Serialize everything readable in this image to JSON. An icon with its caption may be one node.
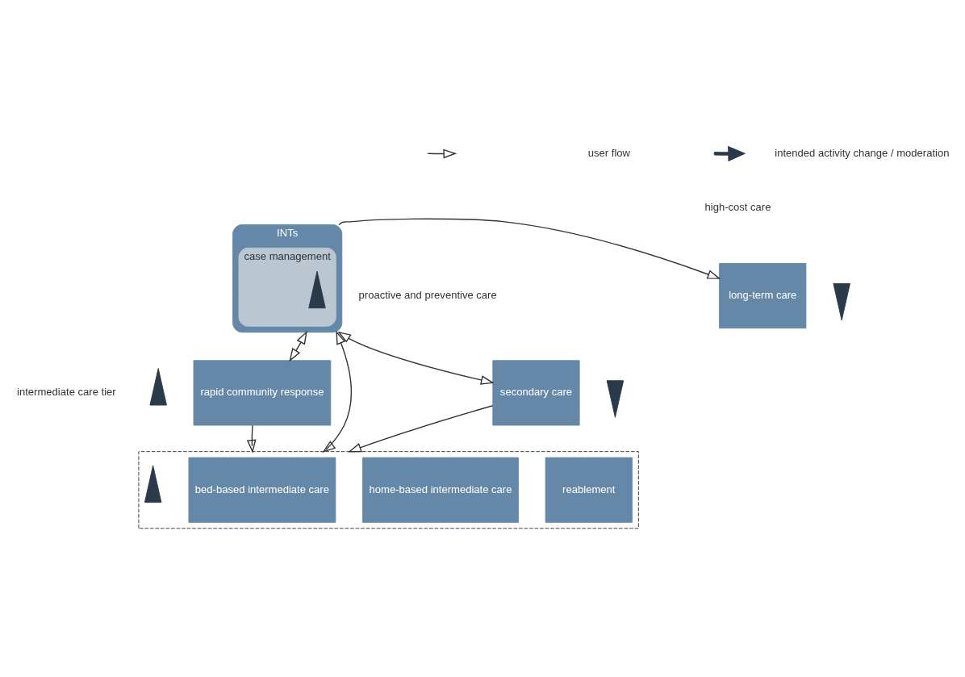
{
  "diagram": {
    "nodes": [
      {
        "text": [
          "INTs"
        ]
      },
      {
        "text": [
          "case management"
        ],
        "in": 0
      },
      {
        "text": [],
        "shape": "arrow",
        "in": 1
      },
      {
        "text": [
          "long-term care"
        ]
      },
      {
        "text": [],
        "shape": "arrow"
      },
      {
        "text": [
          "secondary care"
        ]
      },
      {
        "text": [],
        "shape": "arrow"
      },
      {
        "text": [
          "rapid community response"
        ]
      },
      {
        "text": [],
        "shape": "arrow"
      },
      {
        "text": [],
        "shape": "box"
      },
      {
        "text": [
          "bed-based intermediate care"
        ],
        "in": 9
      },
      {
        "text": [
          "home-based intermediate care"
        ],
        "in": 9
      },
      {
        "text": [
          "reablement"
        ],
        "in": 9
      },
      {
        "text": [],
        "shape": "arrow",
        "in": 9
      }
    ],
    "edges": [
      {
        "from": 0,
        "to": 3,
        "arrow": "to"
      },
      {
        "from": 0,
        "to": 5,
        "arrow": "both"
      },
      {
        "from": 7,
        "to": 0,
        "arrow": "both"
      },
      {
        "from": 0,
        "to": 9,
        "arrow": "both"
      },
      {
        "from": 5,
        "to": 9,
        "arrow": "to"
      },
      {
        "from": 7,
        "to": 9,
        "arrow": "to"
      }
    ],
    "labels": [
      "high-cost care",
      "proactive and preventive care",
      "intermediate care tier"
    ],
    "legend": [
      {
        "text": "user flow"
      },
      {
        "text": "intended activity change / moderation"
      }
    ]
  }
}
